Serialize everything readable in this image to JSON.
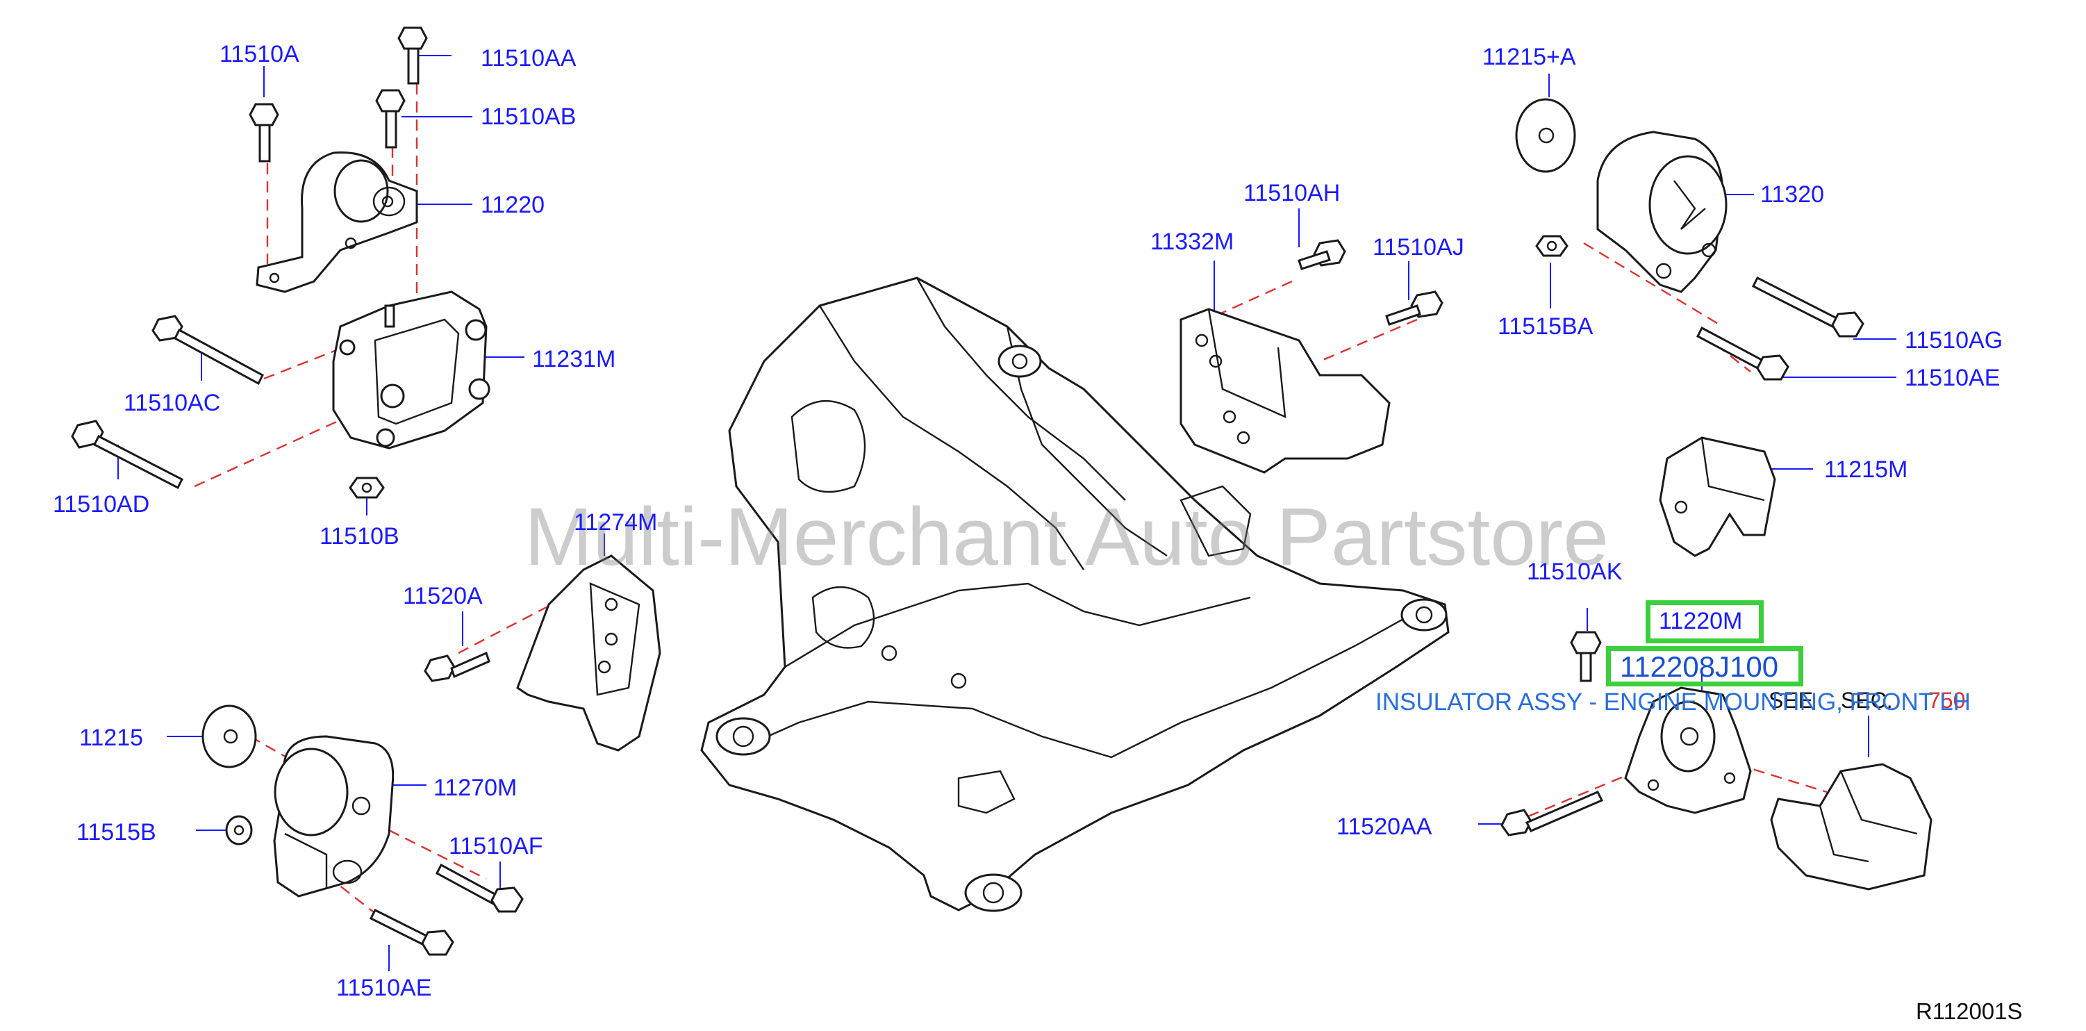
{
  "watermark": "Multi-Merchant Auto Partstore",
  "drawing_code": "R112001S",
  "highlight": {
    "ref": "11220M",
    "part_number": "112208J100",
    "description": "INSULATOR ASSY - ENGINE MOUNTING, FRONT LH"
  },
  "see_sec": {
    "see": "SEE",
    "sec": "SEC.",
    "num": "750"
  },
  "callouts": {
    "c11510A": "11510A",
    "c11510AA": "11510AA",
    "c11510AB": "11510AB",
    "c11220": "11220",
    "c11510AC": "11510AC",
    "c11231M": "11231M",
    "c11510AD": "11510AD",
    "c11510B": "11510B",
    "c11274M": "11274M",
    "c11520A": "11520A",
    "c11215": "11215",
    "c11270M": "11270M",
    "c11515B": "11515B",
    "c11510AF": "11510AF",
    "c11510AE_left": "11510AE",
    "c11332M": "11332M",
    "c11510AH": "11510AH",
    "c11510AJ": "11510AJ",
    "c11215A": "11215+A",
    "c11320": "11320",
    "c11515BA": "11515BA",
    "c11510AG": "11510AG",
    "c11510AE_right": "11510AE",
    "c11215M": "11215M",
    "c11510AK": "11510AK",
    "c11520AA": "11520AA"
  }
}
